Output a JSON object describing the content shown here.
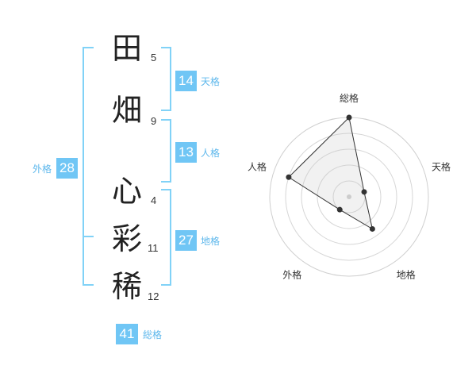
{
  "name_characters": [
    {
      "char": "田",
      "strokes": "5"
    },
    {
      "char": "畑",
      "strokes": "9"
    },
    {
      "char": "心",
      "strokes": "4"
    },
    {
      "char": "彩",
      "strokes": "11"
    },
    {
      "char": "稀",
      "strokes": "12"
    }
  ],
  "badges": {
    "tenkaku": {
      "value": "14",
      "label": "天格"
    },
    "jinkaku": {
      "value": "13",
      "label": "人格"
    },
    "chikaku": {
      "value": "27",
      "label": "地格"
    },
    "gaikaku": {
      "value": "28",
      "label": "外格"
    },
    "soukaku": {
      "value": "41",
      "label": "総格"
    }
  },
  "colors": {
    "accent": "#70c6f5",
    "bracket": "#81d2f7"
  },
  "chart_data": {
    "type": "radar",
    "axes": [
      "総格",
      "天格",
      "地格",
      "外格",
      "人格"
    ],
    "values": [
      1.0,
      0.2,
      0.5,
      0.2,
      0.8
    ],
    "range": [
      0,
      1
    ],
    "rings": 5
  }
}
